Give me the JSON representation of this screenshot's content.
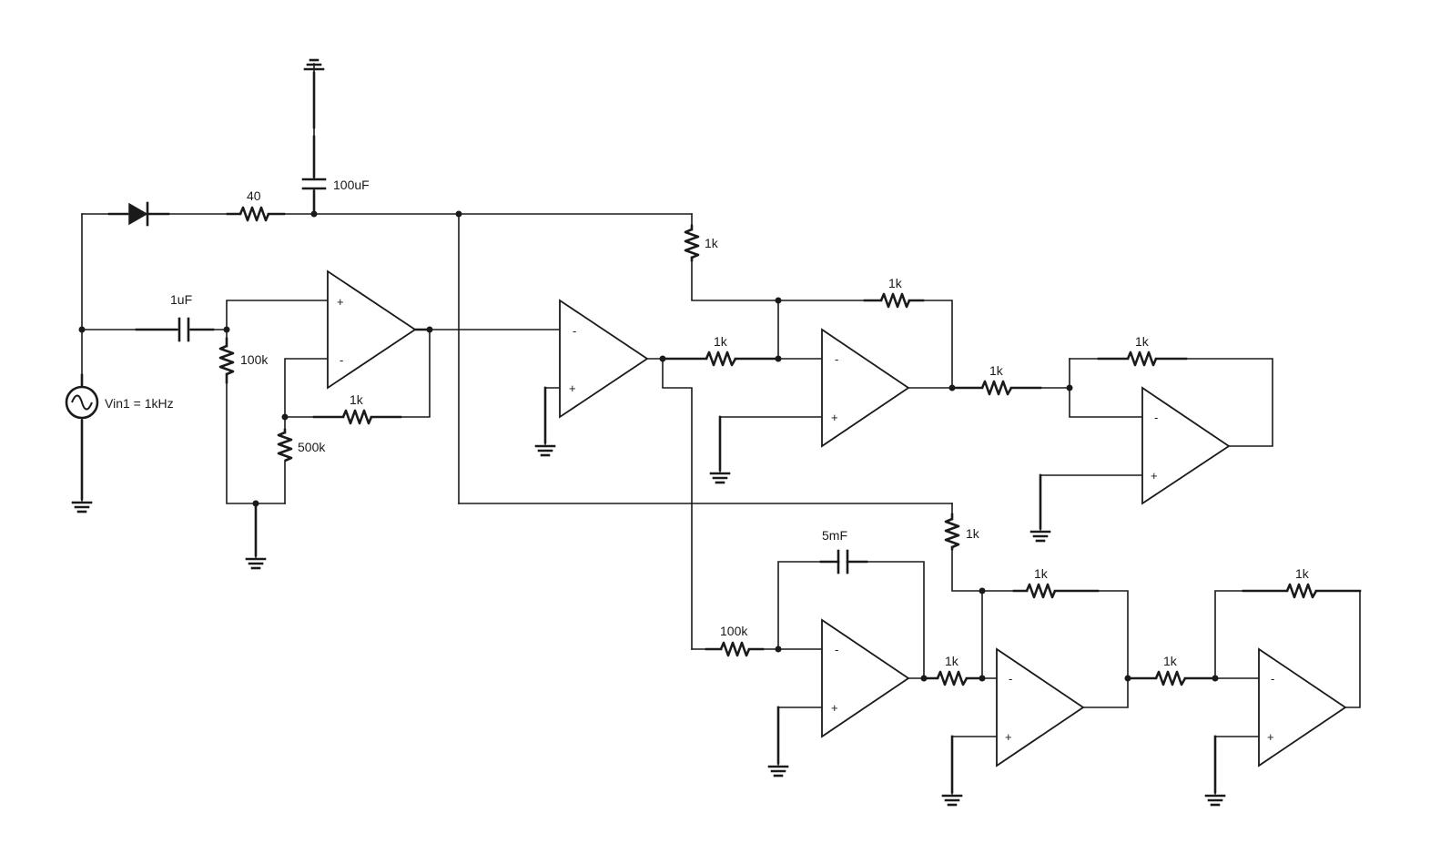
{
  "source": {
    "label": "Vin1 = 1kHz"
  },
  "components": {
    "r40": "40",
    "c100u": "100uF",
    "c1u": "1uF",
    "r100k_in": "100k",
    "r500k": "500k",
    "r1k_fb1": "1k",
    "r1k_top": "1k",
    "r1k_mid_in": "1k",
    "r1k_mid_fb": "1k",
    "r1k_third_in": "1k",
    "r1k_third_fb": "1k",
    "r1k_bot_drop": "1k",
    "r100k_int": "100k",
    "c5m": "5mF",
    "r1k_b2_in": "1k",
    "r1k_b2_fb": "1k",
    "r1k_b3_in": "1k",
    "r1k_b3_fb": "1k"
  },
  "pins": {
    "plus": "+",
    "minus": "-"
  }
}
